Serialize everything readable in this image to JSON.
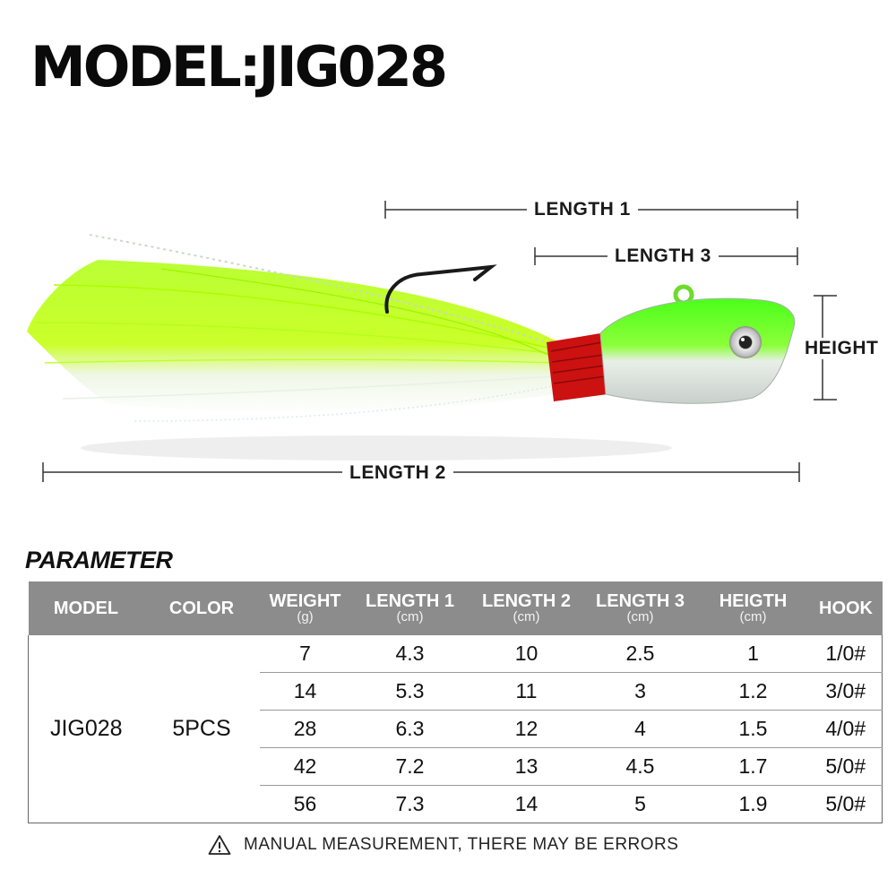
{
  "title": "MODEL:JIG028",
  "dimensions": {
    "length1": "LENGTH 1",
    "length2": "LENGTH 2",
    "length3": "LENGTH 3",
    "height": "HEIGHT"
  },
  "parameter_title": "PARAMETER",
  "table": {
    "headers": [
      {
        "label": "MODEL",
        "unit": ""
      },
      {
        "label": "COLOR",
        "unit": ""
      },
      {
        "label": "WEIGHT",
        "unit": "(g)"
      },
      {
        "label": "LENGTH 1",
        "unit": "(cm)"
      },
      {
        "label": "LENGTH 2",
        "unit": "(cm)"
      },
      {
        "label": "LENGTH 3",
        "unit": "(cm)"
      },
      {
        "label": "HEIGTH",
        "unit": "(cm)"
      },
      {
        "label": "HOOK",
        "unit": ""
      }
    ],
    "model": "JIG028",
    "color": "5PCS",
    "rows": [
      [
        "7",
        "4.3",
        "10",
        "2.5",
        "1",
        "1/0#"
      ],
      [
        "14",
        "5.3",
        "11",
        "3",
        "1.2",
        "3/0#"
      ],
      [
        "28",
        "6.3",
        "12",
        "4",
        "1.5",
        "4/0#"
      ],
      [
        "42",
        "7.2",
        "13",
        "4.5",
        "1.7",
        "5/0#"
      ],
      [
        "56",
        "7.3",
        "14",
        "5",
        "1.9",
        "5/0#"
      ]
    ]
  },
  "note": "MANUAL MEASUREMENT, THERE MAY BE ERRORS",
  "icons": {
    "warning": "warning-triangle-icon"
  },
  "colors": {
    "header_bg": "#8c8c8c",
    "lure_green": "#7dff00",
    "thread_red": "#d01414"
  }
}
